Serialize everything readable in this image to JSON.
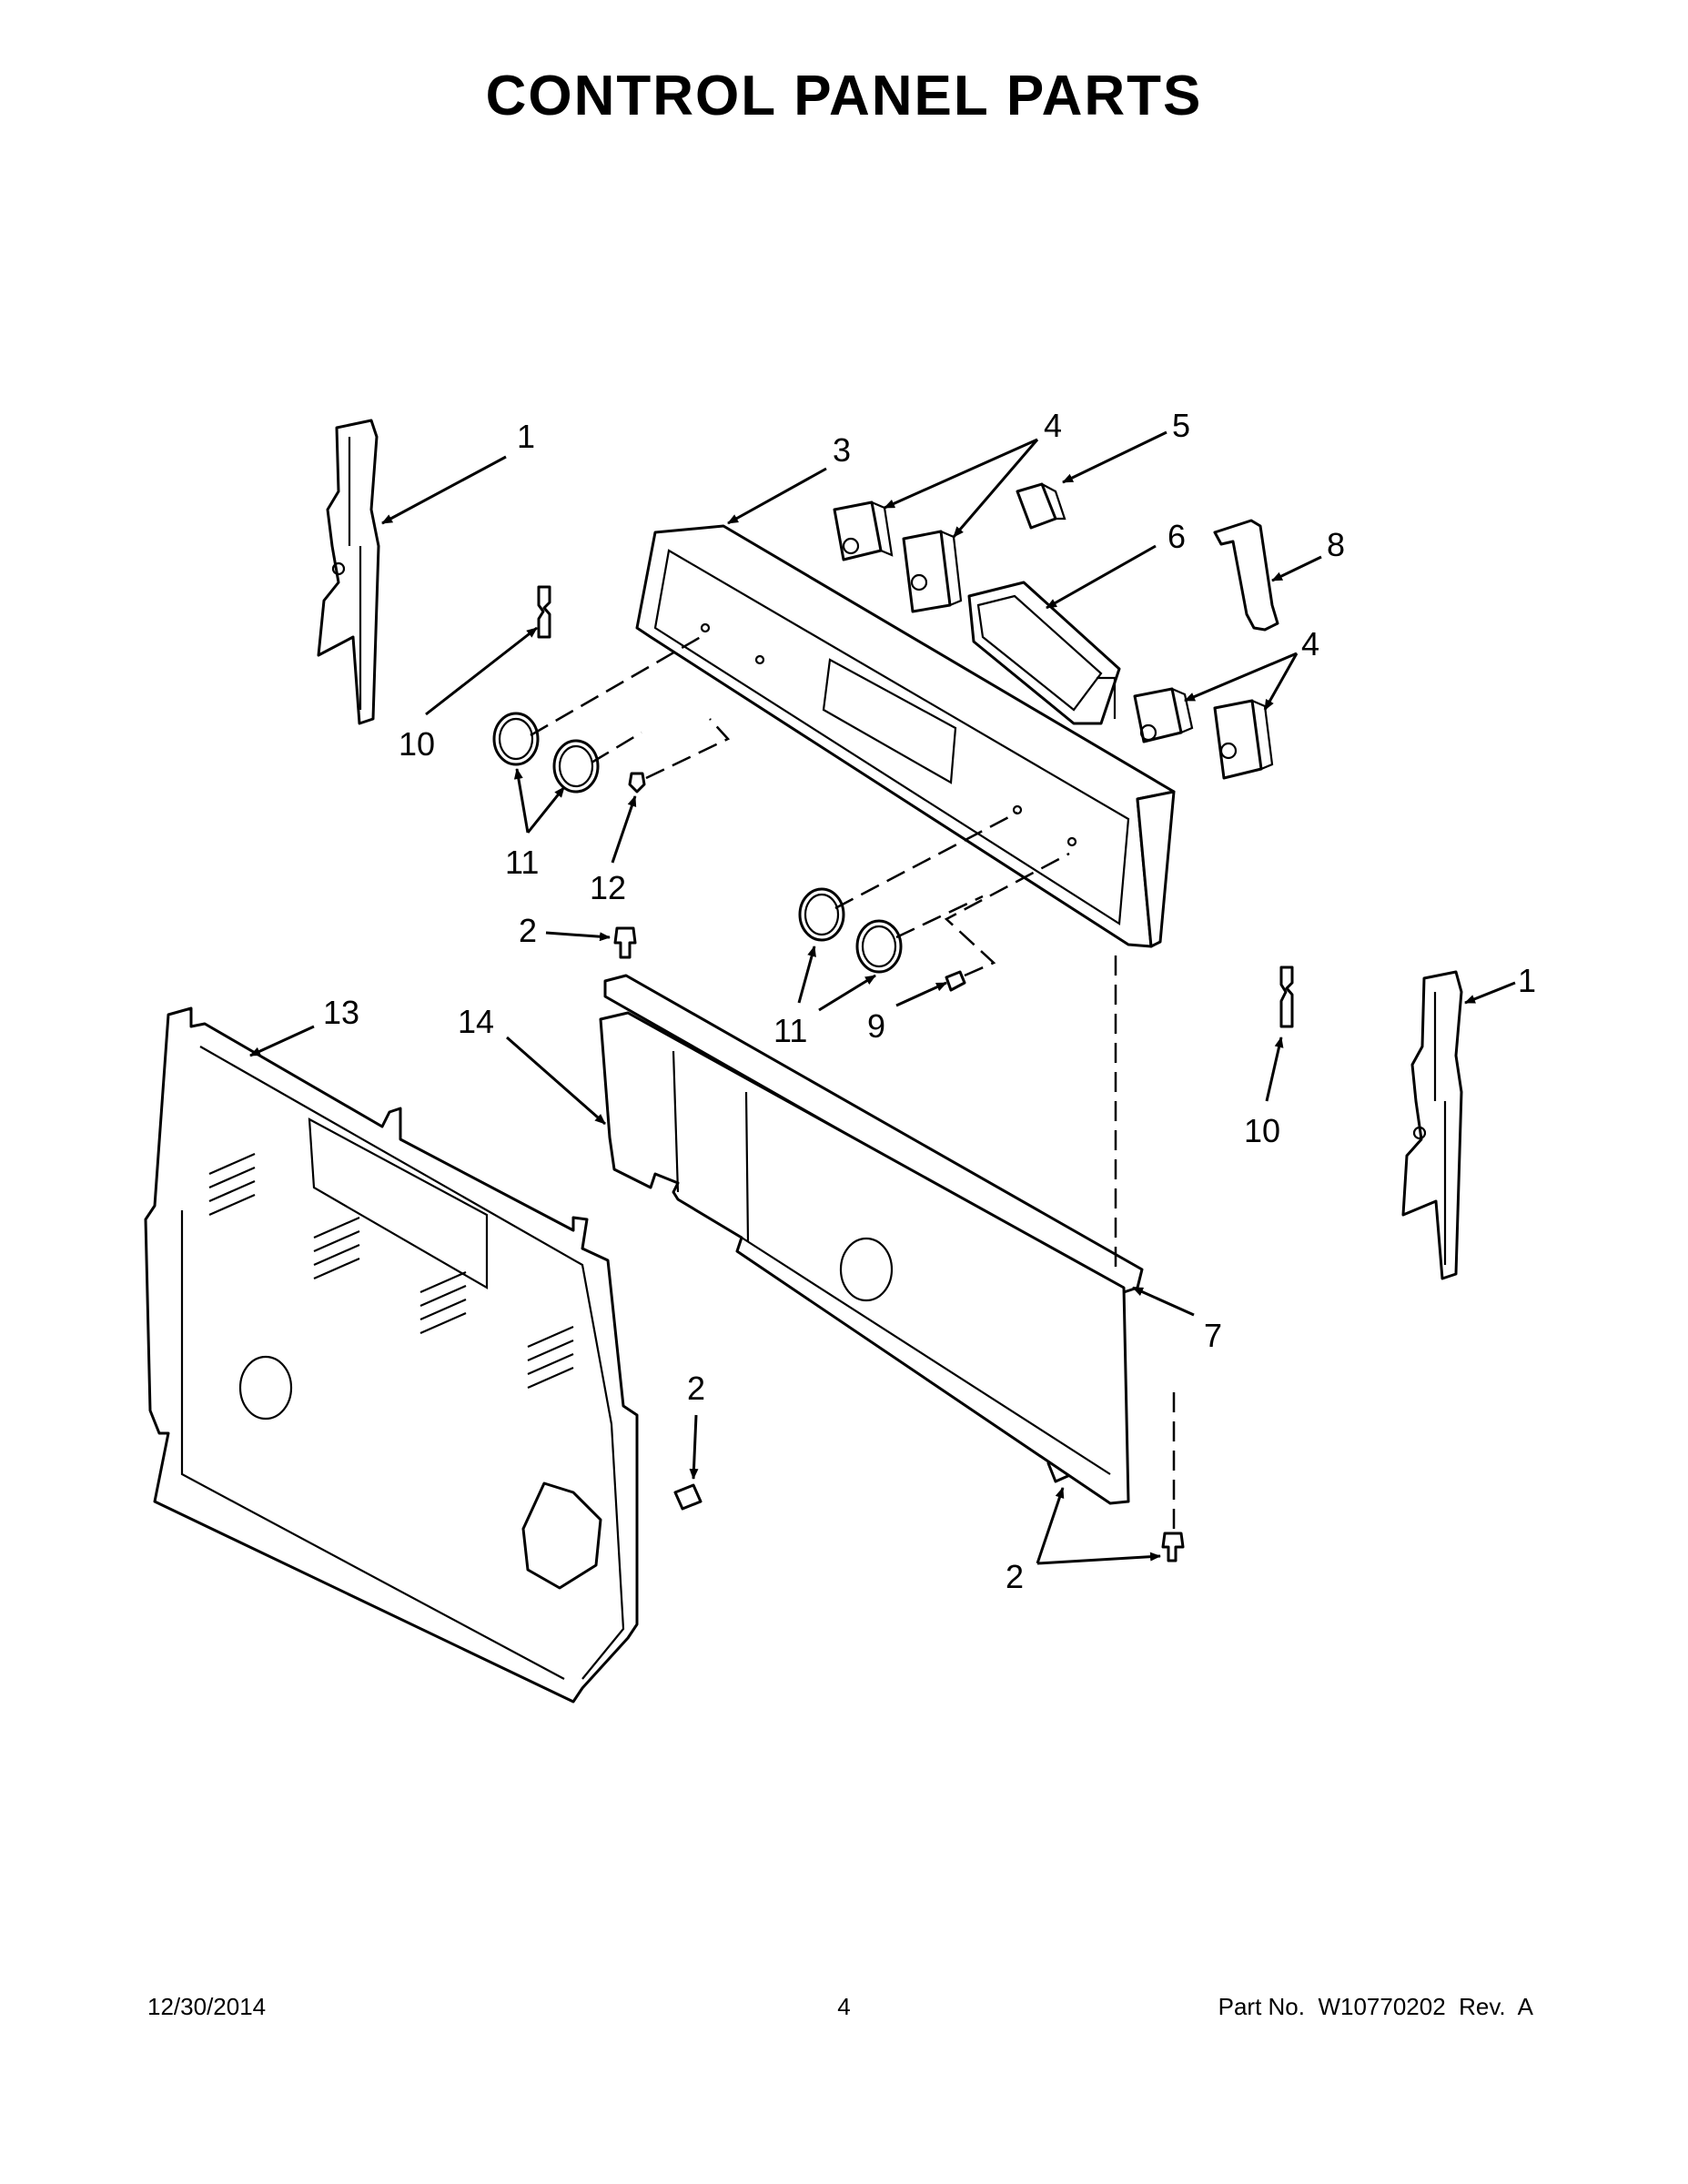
{
  "title": "CONTROL PANEL PARTS",
  "callouts": [
    "1",
    "3",
    "4",
    "5",
    "6",
    "8",
    "4",
    "10",
    "11",
    "12",
    "2",
    "11",
    "9",
    "1",
    "13",
    "14",
    "10",
    "7",
    "2",
    "2"
  ],
  "footer": {
    "date": "12/30/2014",
    "page": "4",
    "part_number": "Part No.  W10770202  Rev.  A"
  }
}
